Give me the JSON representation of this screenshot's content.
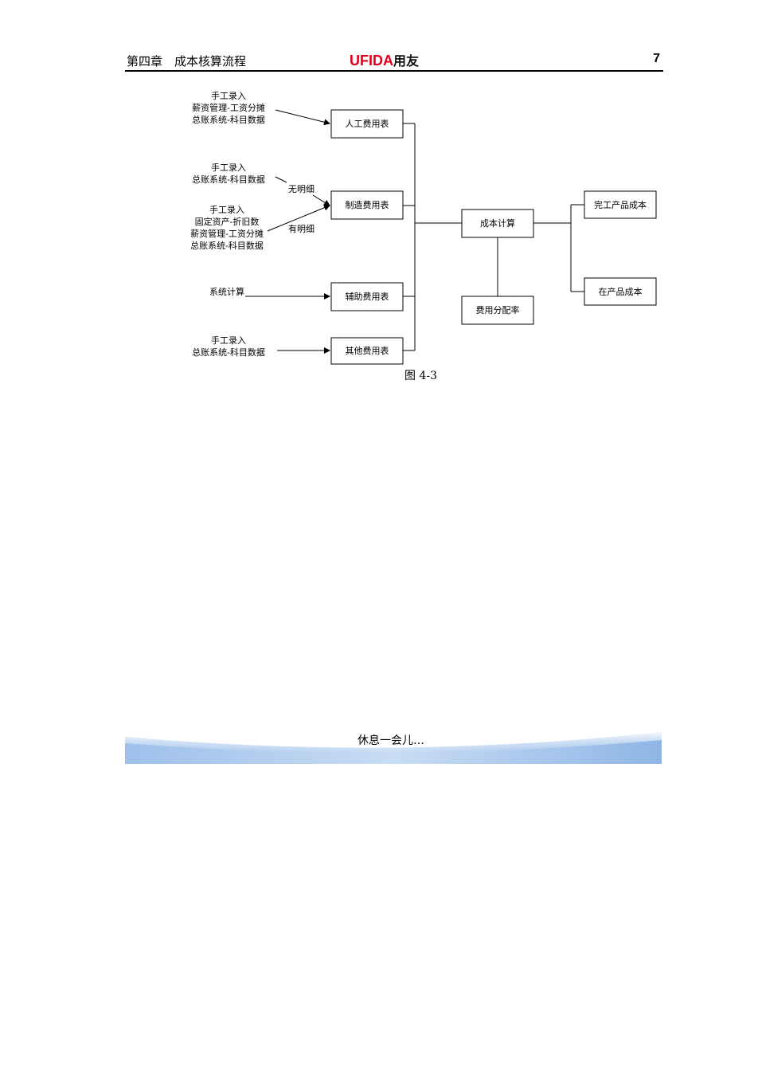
{
  "header": {
    "chapter": "第四章　成本核算流程",
    "logo_latin": "UFIDA",
    "logo_cn": "用友",
    "page_number": "7"
  },
  "diagram": {
    "sources": {
      "labor": [
        "手工录入",
        "薪资管理-工资分摊",
        "总账系统-科目数据"
      ],
      "mfg_a": [
        "手工录入",
        "总账系统-科目数据"
      ],
      "mfg_b": [
        "手工录入",
        "固定资产-折旧数",
        "薪资管理-工资分摊",
        "总账系统-科目数据"
      ],
      "aux": [
        "系统计算"
      ],
      "other": [
        "手工录入",
        "总账系统-科目数据"
      ]
    },
    "edge_labels": {
      "no_detail": "无明细",
      "with_detail": "有明细"
    },
    "boxes": {
      "labor": "人工费用表",
      "mfg": "制造费用表",
      "aux": "辅助费用表",
      "other": "其他费用表",
      "calc": "成本计算",
      "rate": "费用分配率",
      "finished": "完工产品成本",
      "wip": "在产品成本"
    },
    "caption": "图 4-3"
  },
  "footer": {
    "banner_text": "休息一会儿…"
  }
}
